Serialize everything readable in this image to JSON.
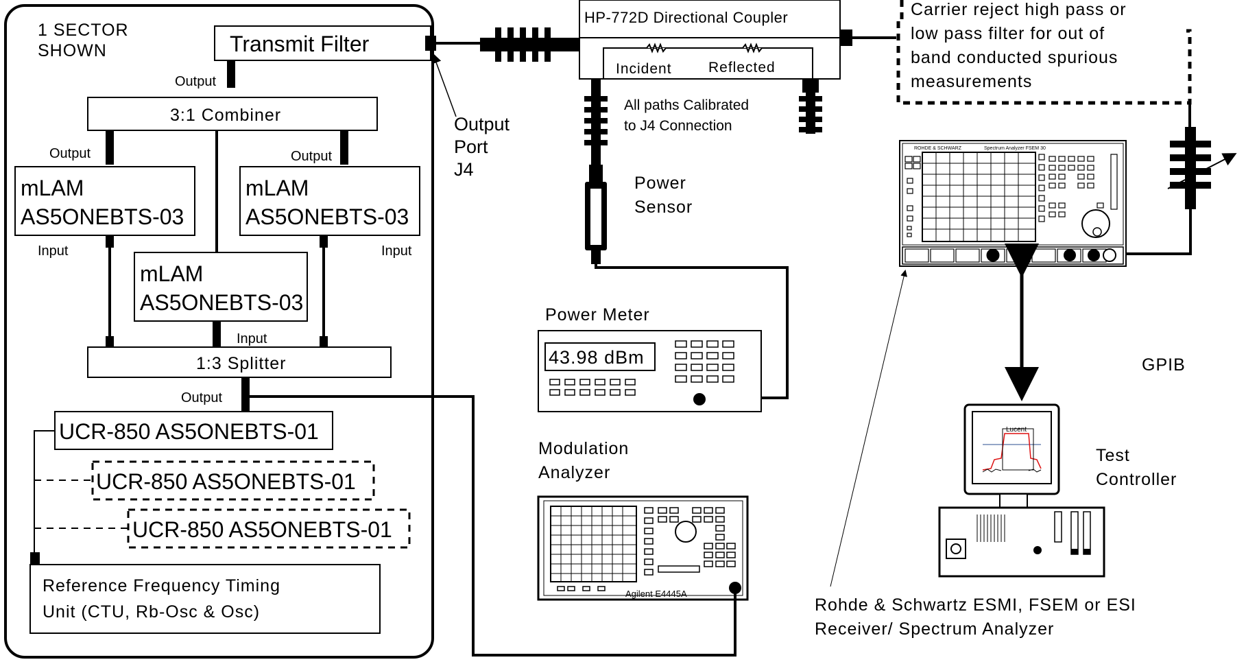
{
  "sector": {
    "line1": "1 SECTOR",
    "line2": "SHOWN"
  },
  "transmit_filter": "Transmit Filter",
  "combiner": "3:1 Combiner",
  "splitter": "1:3 Splitter",
  "ports": {
    "output_tf": "Output",
    "output_left": "Output",
    "output_right": "Output",
    "input_left": "Input",
    "input_right": "Input",
    "input_center": "Input",
    "output_splitter": "Output"
  },
  "mlam": {
    "line1": "mLAM",
    "line2": "AS5ONEBTS-03"
  },
  "ucr": "UCR-850  AS5ONEBTS-01",
  "ref_freq": {
    "line1": "Reference Frequency Timing",
    "line2": "Unit (CTU, Rb-Osc & Osc)"
  },
  "output_port": {
    "line1": "Output",
    "line2": "Port",
    "line3": "J4"
  },
  "coupler": {
    "title": "HP-772D Directional Coupler",
    "incident": "Incident",
    "reflected": "Reflected"
  },
  "calibrated": {
    "line1": "All paths Calibrated",
    "line2": "to J4 Connection"
  },
  "power_sensor": {
    "line1": "Power",
    "line2": "Sensor"
  },
  "power_meter": {
    "label": "Power Meter",
    "reading": "43.98 dBm"
  },
  "modulation": {
    "line1": "Modulation",
    "line2": "Analyzer",
    "model": "Agilent E4445A"
  },
  "filter_note": {
    "line1": "Carrier reject high pass or",
    "line2": "low pass filter for out of",
    "line3": "band conducted spurious",
    "line4": "measurements"
  },
  "spectrum_analyzer": {
    "brand": "ROHDE & SCHWARZ",
    "model": "Spectrum Analyzer FSEM 30"
  },
  "gpib": "GPIB",
  "test_controller": {
    "line1": "Test",
    "line2": "Controller",
    "screen_label": "Lucent"
  },
  "rs_caption": {
    "line1": "Rohde & Schwartz  ESMI, FSEM or ESI",
    "line2": "Receiver/ Spectrum Analyzer"
  }
}
